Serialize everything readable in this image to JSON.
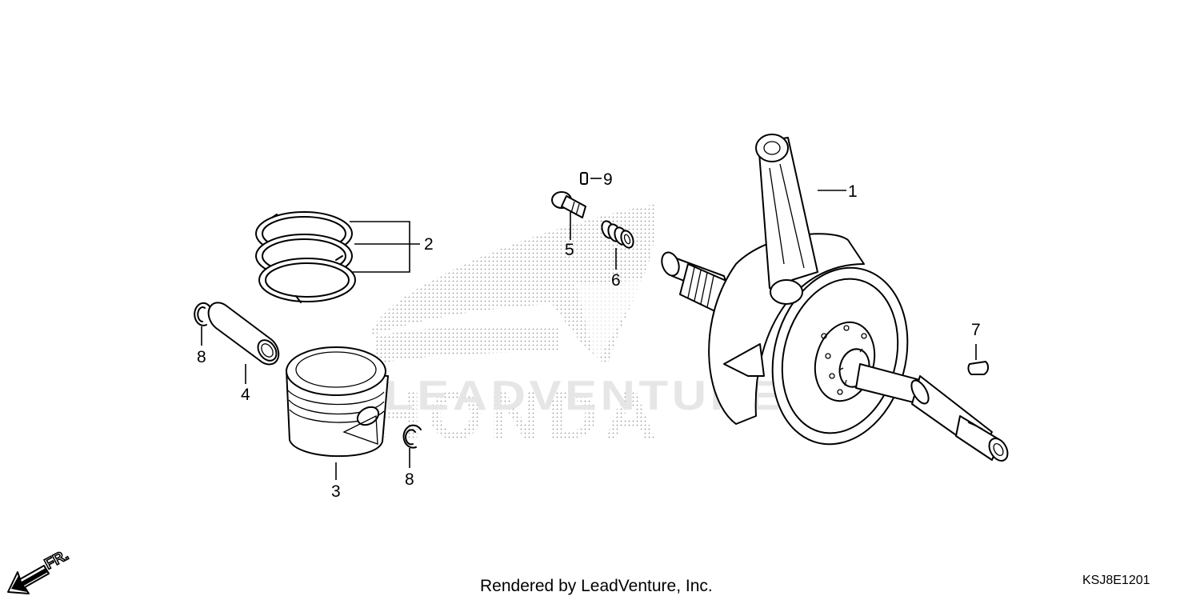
{
  "diagram": {
    "footer_credit": "Rendered by LeadVenture, Inc.",
    "diagram_code": "KSJ8E1201",
    "direction_label": "FR.",
    "watermark": {
      "brand": "HONDA",
      "overlay": "LEADVENTURE"
    },
    "callouts": [
      "1",
      "2",
      "3",
      "4",
      "5",
      "6",
      "7",
      "8",
      "8",
      "9"
    ]
  }
}
